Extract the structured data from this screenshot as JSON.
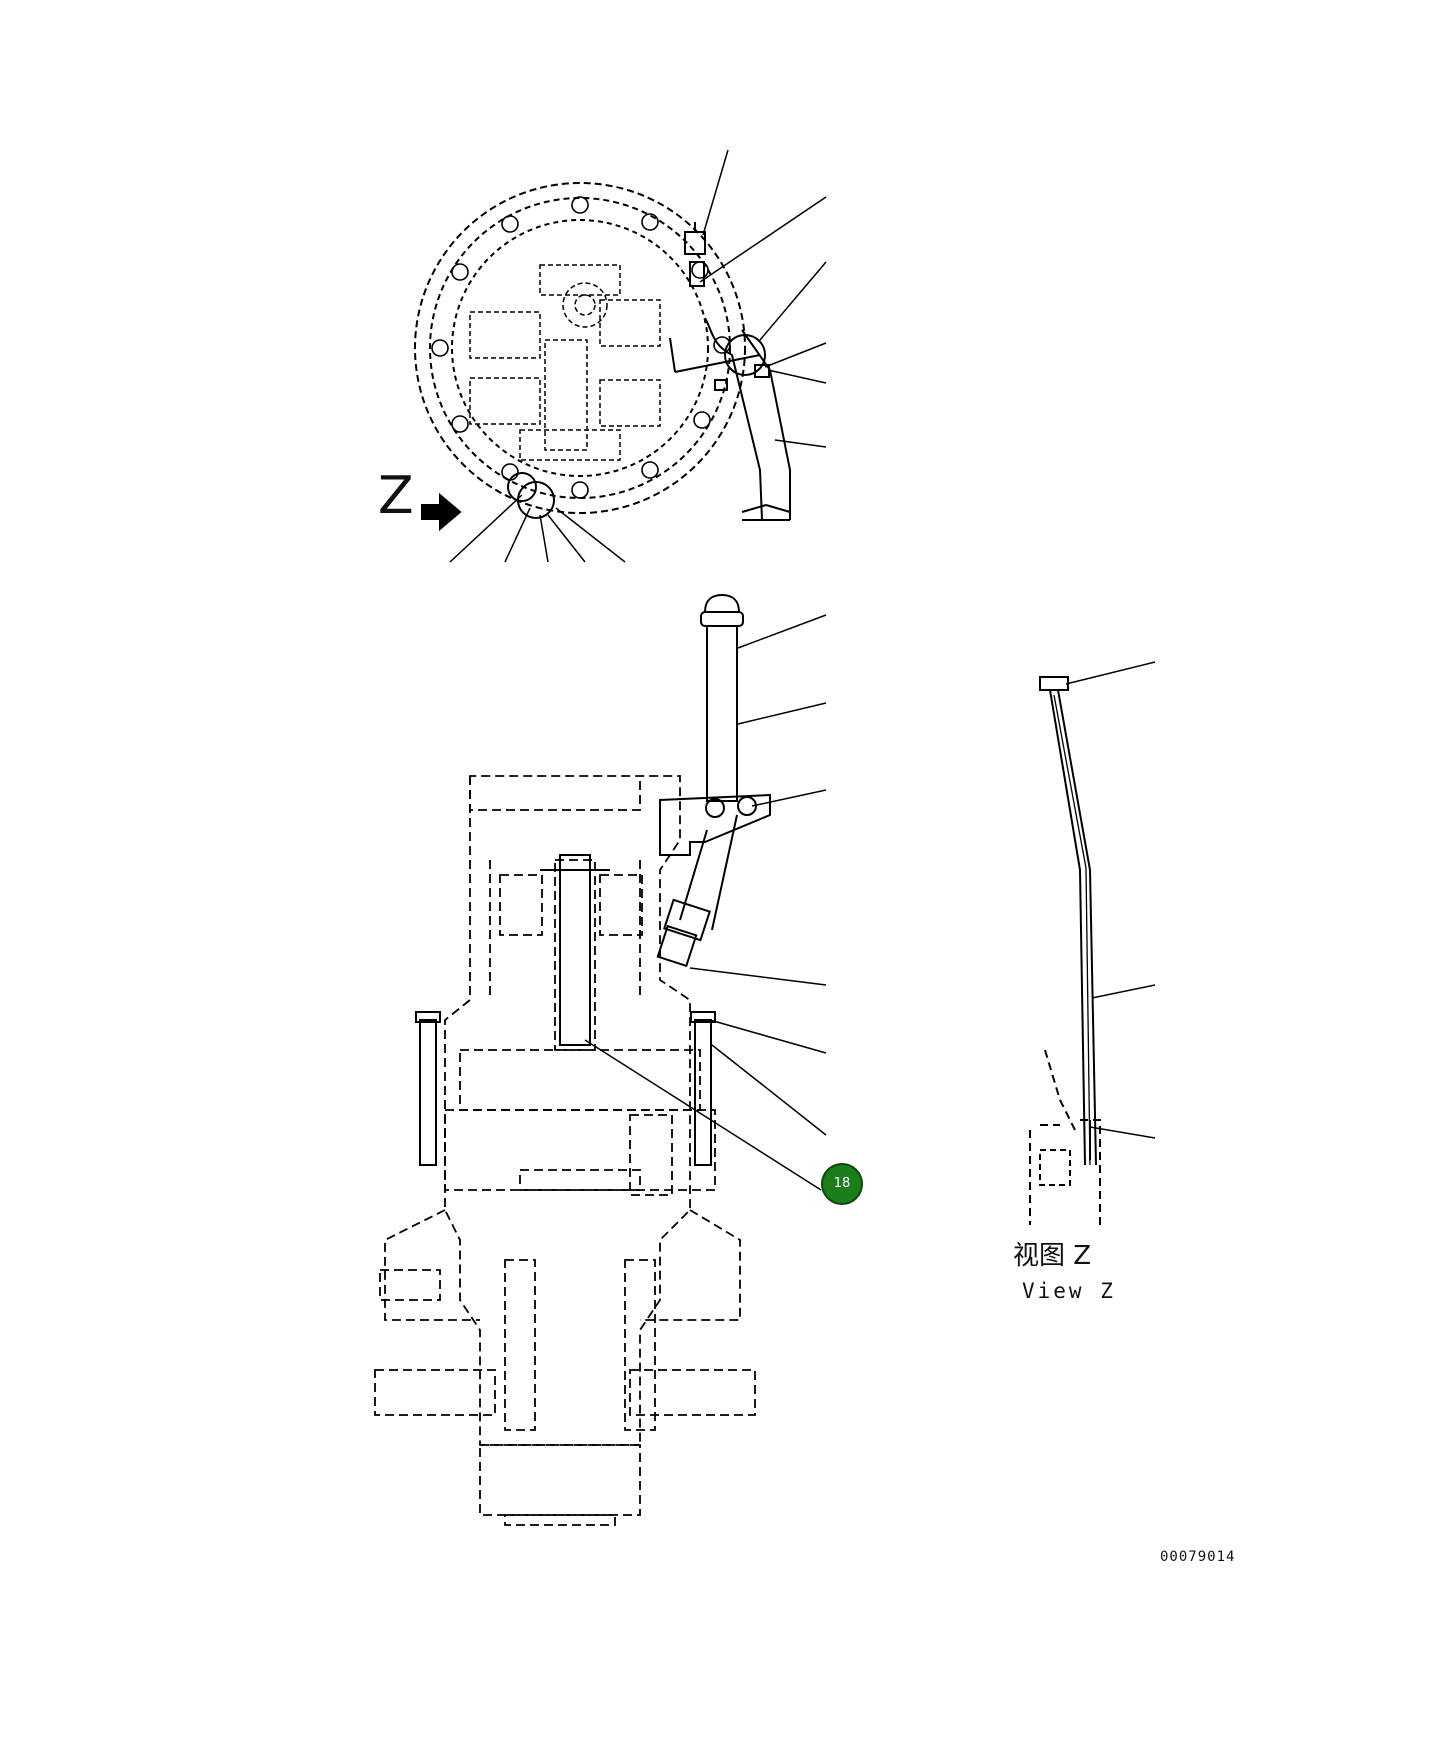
{
  "diagram": {
    "view_letter": "Z",
    "view_label_cn": "视图 Z",
    "view_label_en": "View Z",
    "drawing_number": "00079014"
  },
  "callouts": [
    {
      "label": "18",
      "color": "#1a7f1a"
    }
  ],
  "icons": {
    "view_arrow": "right-arrow-icon"
  }
}
